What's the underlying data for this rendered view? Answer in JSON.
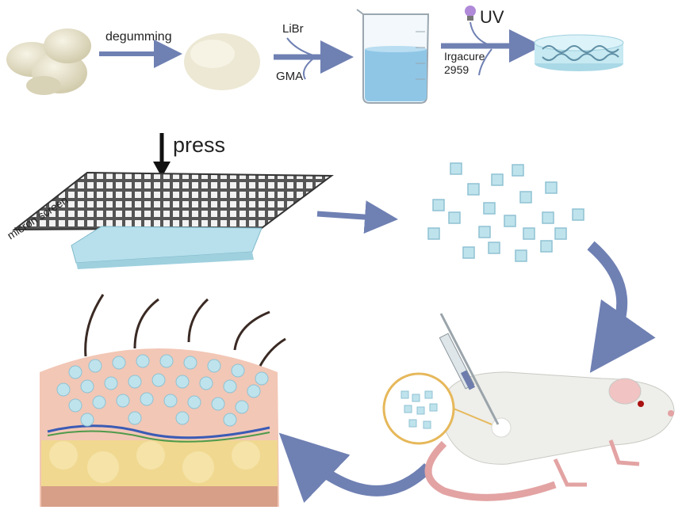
{
  "labels": {
    "degumming": "degumming",
    "libr": "LiBr",
    "gma": "GMA",
    "uv": "UV",
    "irgacure_line1": "Irgacure",
    "irgacure_line2": "2959",
    "press": "press",
    "micron_screen": "micron screen"
  },
  "colors": {
    "arrow": "#6f80b3",
    "hydrogel": "#bfe3ec",
    "cocoon": "#e9e4cf",
    "skin": "#f2c7b6",
    "fat": "#f0d890",
    "mouse": "#eeeeea",
    "syringe": "#9aa4aa"
  },
  "icons": [
    "silk-cocoons-icon",
    "degummed-fiber-icon",
    "beaker-icon",
    "uv-lamp-icon",
    "hydrogel-disc-icon",
    "micron-screen-icon",
    "hydrogel-slab-icon",
    "microgel-particles-icon",
    "mouse-icon",
    "syringe-icon",
    "magnified-circle-icon",
    "skin-cross-section-icon"
  ]
}
